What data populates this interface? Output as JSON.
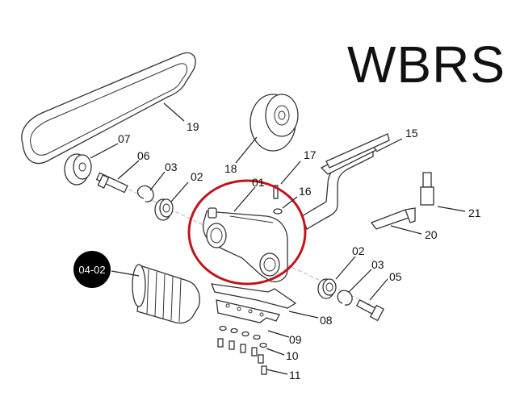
{
  "title": "WBRS",
  "badge": "04-02",
  "highlight_color": "#c0141c",
  "labels": {
    "p19": "19",
    "p07": "07",
    "p06": "06",
    "p03a": "03",
    "p02a": "02",
    "p18": "18",
    "p17": "17",
    "p01": "01",
    "p16": "16",
    "p15": "15",
    "p21": "21",
    "p20": "20",
    "p02b": "02",
    "p03b": "03",
    "p05": "05",
    "p08": "08",
    "p09": "09",
    "p10": "10",
    "p11": "11"
  }
}
